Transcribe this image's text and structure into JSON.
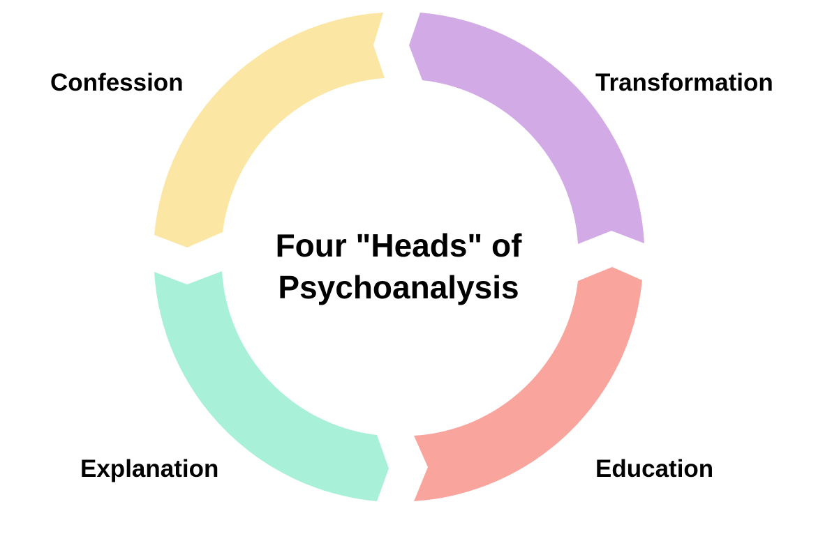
{
  "diagram": {
    "center_title": {
      "line1": "Four \"Heads\" of",
      "line2": "Psychoanalysis"
    },
    "stages": [
      {
        "label": "Confession",
        "color": "#FCE6A3"
      },
      {
        "label": "Transformation",
        "color": "#D2AAE6"
      },
      {
        "label": "Education",
        "color": "#F9A59E"
      },
      {
        "label": "Explanation",
        "color": "#A8F0D8"
      }
    ]
  }
}
